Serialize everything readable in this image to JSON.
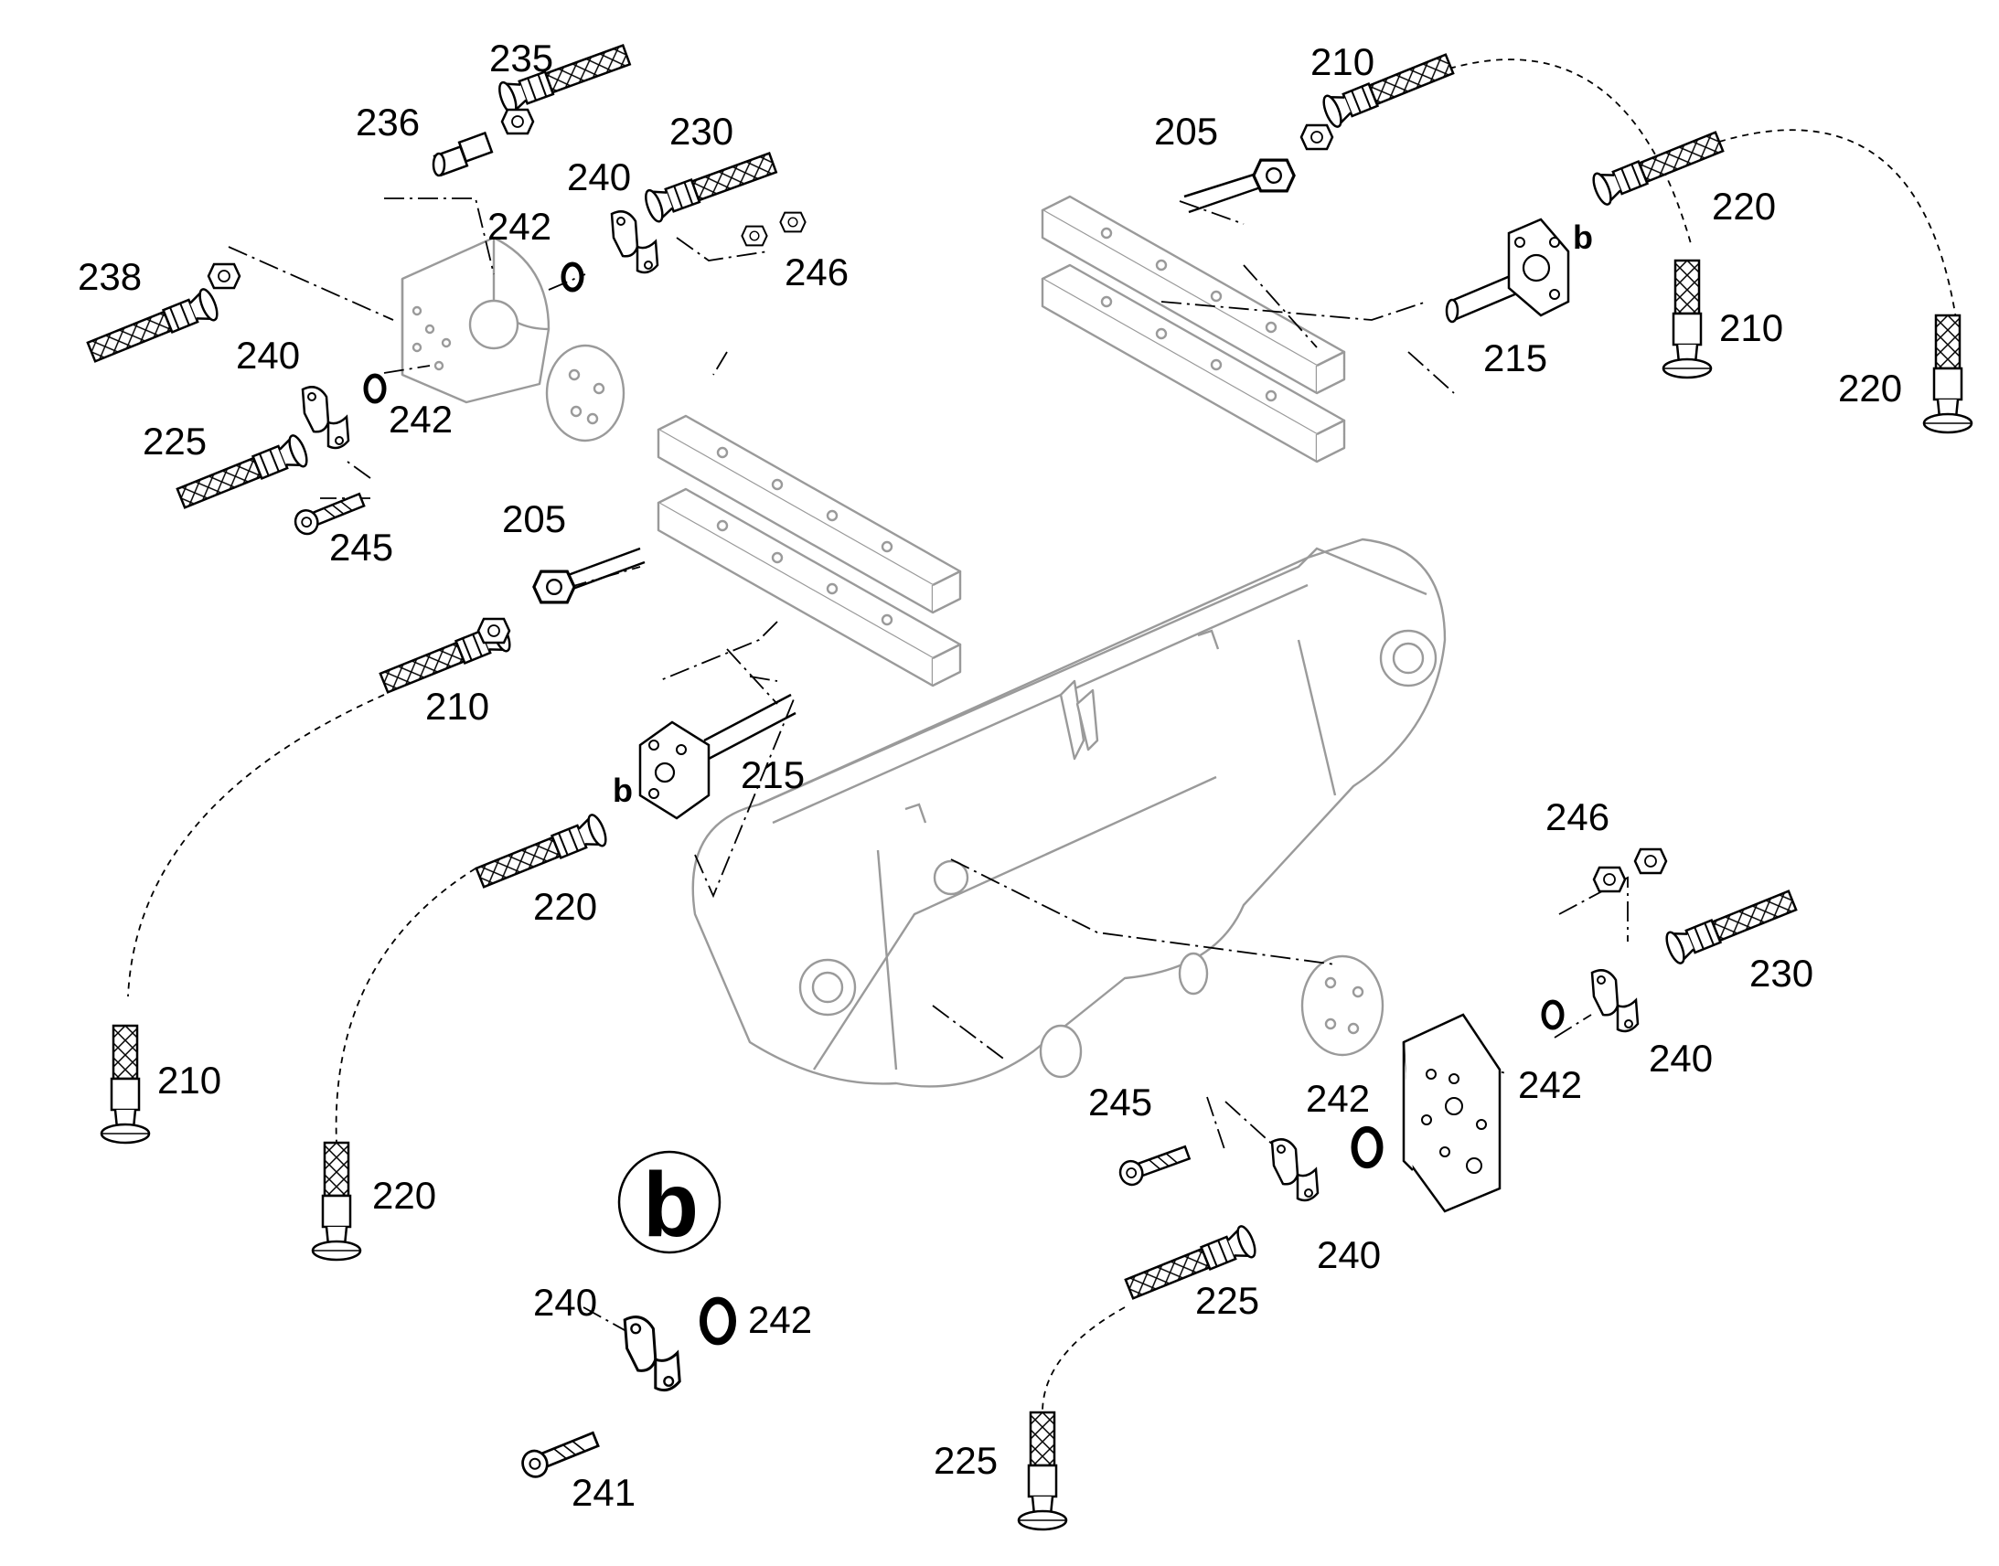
{
  "detail_marker": "b",
  "callouts": [
    {
      "id": "c235",
      "text": "235"
    },
    {
      "id": "c236",
      "text": "236"
    },
    {
      "id": "c230a",
      "text": "230"
    },
    {
      "id": "c240a",
      "text": "240"
    },
    {
      "id": "c242a",
      "text": "242"
    },
    {
      "id": "c246a",
      "text": "246"
    },
    {
      "id": "c238",
      "text": "238"
    },
    {
      "id": "c240b",
      "text": "240"
    },
    {
      "id": "c242b",
      "text": "242"
    },
    {
      "id": "c225a",
      "text": "225"
    },
    {
      "id": "c245a",
      "text": "245"
    },
    {
      "id": "c205a",
      "text": "205"
    },
    {
      "id": "c210a",
      "text": "210"
    },
    {
      "id": "c220a",
      "text": "220"
    },
    {
      "id": "c205b",
      "text": "205"
    },
    {
      "id": "c215a",
      "text": "215"
    },
    {
      "id": "c210b",
      "text": "210"
    },
    {
      "id": "c220b",
      "text": "220"
    },
    {
      "id": "c210c",
      "text": "210"
    },
    {
      "id": "c215b",
      "text": "215"
    },
    {
      "id": "c220c",
      "text": "220"
    },
    {
      "id": "c210d",
      "text": "210"
    },
    {
      "id": "c220d",
      "text": "220"
    },
    {
      "id": "c246b",
      "text": "246"
    },
    {
      "id": "c230b",
      "text": "230"
    },
    {
      "id": "c240c",
      "text": "240"
    },
    {
      "id": "c242c",
      "text": "242"
    },
    {
      "id": "c242d",
      "text": "242"
    },
    {
      "id": "c245b",
      "text": "245"
    },
    {
      "id": "c240d",
      "text": "240"
    },
    {
      "id": "c225b",
      "text": "225"
    },
    {
      "id": "c225c",
      "text": "225"
    },
    {
      "id": "c240e",
      "text": "240"
    },
    {
      "id": "c242e",
      "text": "242"
    },
    {
      "id": "c241",
      "text": "241"
    }
  ]
}
